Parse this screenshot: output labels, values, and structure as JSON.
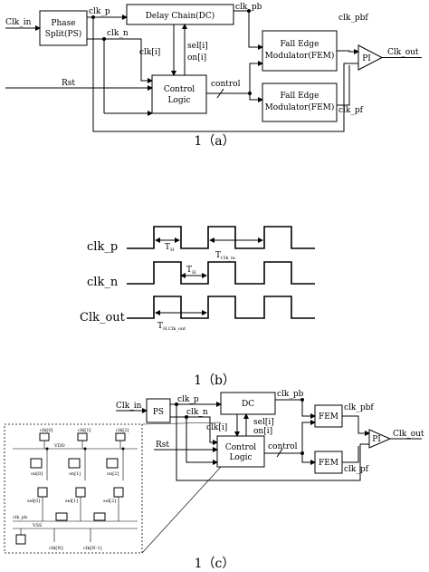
{
  "figure_a": {
    "clk_in": "Clk_in",
    "phase_split": [
      "Phase",
      "Split(PS)"
    ],
    "delay_chain": "Delay Chain(DC)",
    "clk_p": "clk_p",
    "clk_n": "clk_n",
    "clk_pb": "clk_pb",
    "clk_i": "clk[i]",
    "sel_i": "sel[i]",
    "on_i": "on[i]",
    "control_logic": [
      "Control",
      "Logic"
    ],
    "control": "control",
    "rst": "Rst",
    "fem_top": [
      "Fall Edge",
      "Modulator(FEM)"
    ],
    "fem_bottom": [
      "Fall Edge",
      "Modulator(FEM)"
    ],
    "clk_pbf": "clk_pbf",
    "clk_pf": "clk_pf",
    "pi": "PI",
    "clk_out": "Clk_out",
    "caption": "1（a）"
  },
  "figure_b": {
    "clk_p": "clk_p",
    "clk_n": "clk_n",
    "clk_out": "Clk_out",
    "t_h": "T",
    "t_h_sub": "H",
    "t_clk": "T",
    "t_clk_sub": "Clk_in",
    "t_hout": "T",
    "t_hout_sub": "H,Clk_out",
    "caption": "1（b）"
  },
  "figure_c": {
    "clk_in": "Clk_in",
    "ps": "PS",
    "dc": "DC",
    "clk_p": "clk_p",
    "clk_n": "clk_n",
    "clk_pb": "clk_pb",
    "clk_i": "clk[i]",
    "sel_i": "sel[i]",
    "on_i": "on[i]",
    "control_logic": [
      "Control",
      "Logic"
    ],
    "control": "control",
    "rst": "Rst",
    "fem_top": "FEM",
    "fem_bottom": "FEM",
    "clk_pbf": "clk_pbf",
    "clk_pf": "clk_pf",
    "pi": "PI",
    "clk_out": "Clk_out",
    "inset": {
      "clk0": "clk[0]",
      "clk1": "clk[1]",
      "clk2": "clk[2]",
      "vdd": "VDD",
      "on0": "on[0]",
      "on1": "on[1]",
      "on2": "on[2]",
      "sel0": "sel[0]",
      "sel1": "sel[1]",
      "sel2": "sel[2]",
      "clkpb": "clk_pb",
      "vss": "VSS",
      "clkN": "clk[N]",
      "clkN1": "clk[N-1]"
    },
    "caption": "1（c）"
  }
}
